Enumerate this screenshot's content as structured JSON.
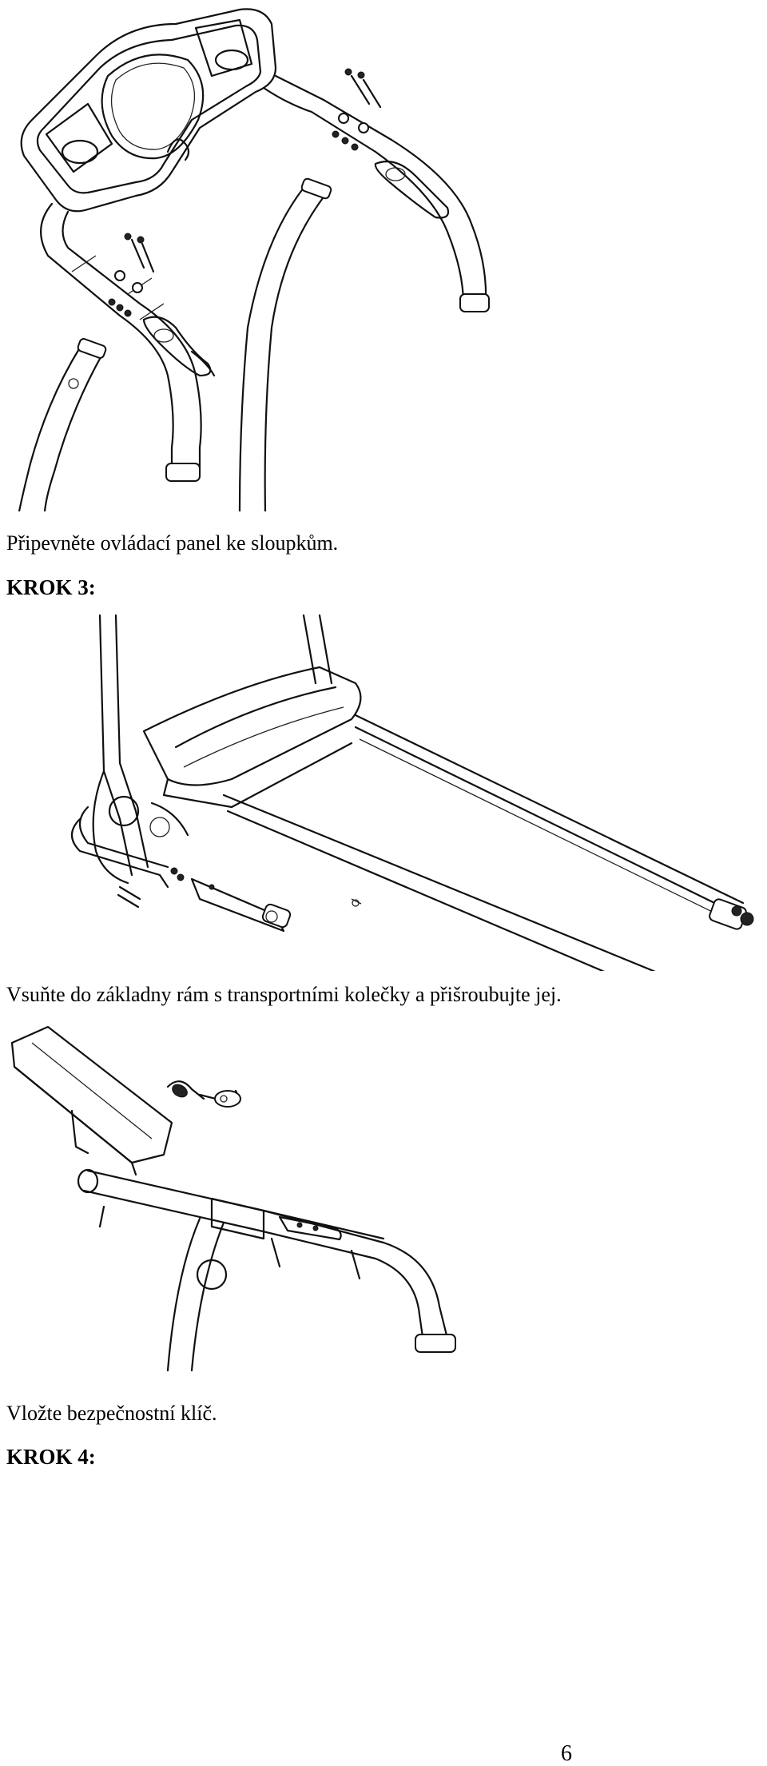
{
  "figures": [
    {
      "icon": "treadmill-console-handlebars-illustration"
    },
    {
      "icon": "treadmill-base-frame-wheels-illustration"
    },
    {
      "icon": "safety-key-console-illustration"
    }
  ],
  "captions": {
    "console": "Připevněte ovládací panel ke sloupkům.",
    "frame": "Vsuňte do základny rám s transportními kolečky a přišroubujte jej.",
    "key": "Vložte bezpečnostní klíč."
  },
  "steps": {
    "step3": "KROK 3:",
    "step4": "KROK 4:"
  },
  "page_number": "6"
}
